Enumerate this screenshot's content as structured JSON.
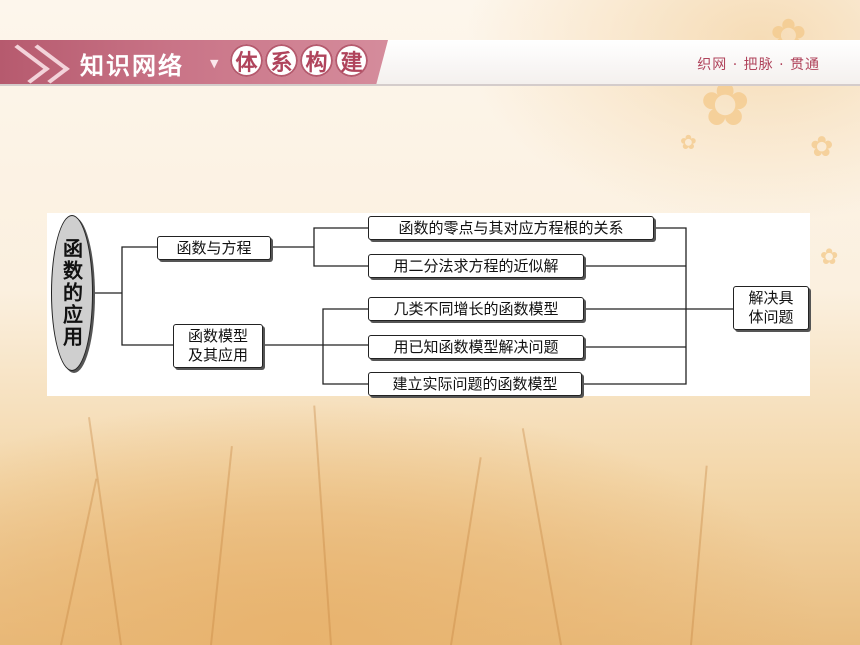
{
  "banner": {
    "title": "知识网络",
    "badges": [
      "体",
      "系",
      "构",
      "建"
    ],
    "right_text": "织网 · 把脉 · 贯通"
  },
  "diagram": {
    "root": "函数的应用",
    "branch1": "函数与方程",
    "branch2_line1": "函数模型",
    "branch2_line2": "及其应用",
    "leaf1": "函数的零点与其对应方程根的关系",
    "leaf2": "用二分法求方程的近似解",
    "leaf3": "几类不同增长的函数模型",
    "leaf4": "用已知函数模型解决问题",
    "leaf5": "建立实际问题的函数模型",
    "result_line1": "解决具",
    "result_line2": "体问题"
  }
}
